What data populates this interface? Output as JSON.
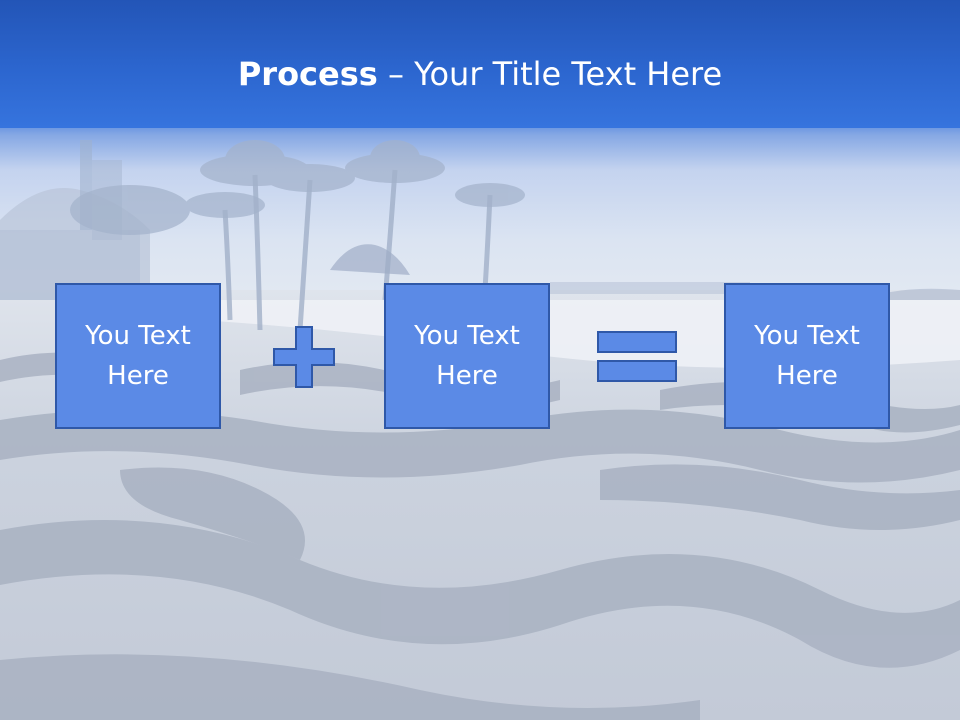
{
  "title": {
    "bold": "Process",
    "dash": "–",
    "rest": "Your Title Text Here"
  },
  "boxes": [
    {
      "line1": "You Text",
      "line2": "Here"
    },
    {
      "line1": "You Text",
      "line2": "Here"
    },
    {
      "line1": "You Text",
      "line2": "Here"
    }
  ],
  "operators": {
    "first": "plus-icon",
    "second": "equals-icon"
  },
  "colors": {
    "title_bar": "#2c66cf",
    "box_fill": "#5b8ae6",
    "box_border": "#2f58a8",
    "text": "#ffffff"
  }
}
